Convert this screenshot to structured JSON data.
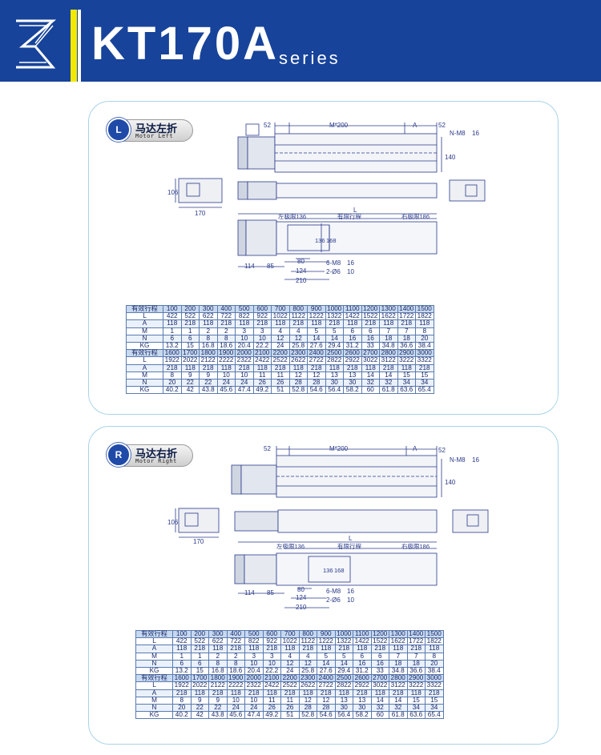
{
  "header": {
    "title": "KT170A",
    "subtitle": "series"
  },
  "colors": {
    "header_bg": "#17439a",
    "accent_yellow": "#f2e800",
    "panel_border": "#a8d3e8",
    "badge_blue": "#1f4aa8"
  },
  "sections": [
    {
      "badge_letter": "L",
      "label_cn": "马达左折",
      "label_en": "Motor Left",
      "dims": {
        "d52": "52",
        "m200": "M*200",
        "a": "A",
        "d52r": "52",
        "nm8": "N-M8",
        "nm8_depth": "16",
        "d140": "140",
        "d106": "106",
        "d170": "170",
        "l": "L",
        "left_limit": "左极限136",
        "stroke": "有限行程",
        "right_limit": "右极限186",
        "d136": "136",
        "d168": "168",
        "d114": "114",
        "d85": "85",
        "d80": "80",
        "d124": "124",
        "d210": "210",
        "m8_6": "6-M8",
        "m8_6_depth": "16",
        "phi6": "2-Ø6",
        "phi6_depth": "10"
      }
    },
    {
      "badge_letter": "R",
      "label_cn": "马达右折",
      "label_en": "Motor Right",
      "dims": {
        "d52": "52",
        "m200": "M*200",
        "a": "A",
        "d52r": "52",
        "nm8": "N-M8",
        "nm8_depth": "16",
        "d140": "140",
        "d106": "106",
        "d170": "170",
        "l": "L",
        "left_limit": "左极限136",
        "stroke": "有限行程",
        "right_limit": "右极限186",
        "d136": "136",
        "d168": "168",
        "d114": "114",
        "d85": "85",
        "d80": "80",
        "d124": "124",
        "d210": "210",
        "m8_6": "6-M8",
        "m8_6_depth": "16",
        "phi6": "2-Ø6",
        "phi6_depth": "10"
      }
    }
  ],
  "spec_table": {
    "rows": [
      [
        "有效行程",
        "100",
        "200",
        "300",
        "400",
        "500",
        "600",
        "700",
        "800",
        "900",
        "1000",
        "1100",
        "1200",
        "1300",
        "1400",
        "1500"
      ],
      [
        "L",
        "422",
        "522",
        "622",
        "722",
        "822",
        "922",
        "1022",
        "1122",
        "1222",
        "1322",
        "1422",
        "1522",
        "1622",
        "1722",
        "1822"
      ],
      [
        "A",
        "118",
        "218",
        "118",
        "218",
        "118",
        "218",
        "118",
        "218",
        "118",
        "218",
        "118",
        "218",
        "118",
        "218",
        "118"
      ],
      [
        "M",
        "1",
        "1",
        "2",
        "2",
        "3",
        "3",
        "4",
        "4",
        "5",
        "5",
        "6",
        "6",
        "7",
        "7",
        "8"
      ],
      [
        "N",
        "6",
        "6",
        "8",
        "8",
        "10",
        "10",
        "12",
        "12",
        "14",
        "14",
        "16",
        "16",
        "18",
        "18",
        "20"
      ],
      [
        "KG",
        "13.2",
        "15",
        "16.8",
        "18.6",
        "20.4",
        "22.2",
        "24",
        "25.8",
        "27.6",
        "29.4",
        "31.2",
        "33",
        "34.8",
        "36.6",
        "38.4"
      ],
      [
        "有效行程",
        "1600",
        "1700",
        "1800",
        "1900",
        "2000",
        "2100",
        "2200",
        "2300",
        "2400",
        "2500",
        "2600",
        "2700",
        "2800",
        "2900",
        "3000"
      ],
      [
        "L",
        "1922",
        "2022",
        "2122",
        "2222",
        "2322",
        "2422",
        "2522",
        "2622",
        "2722",
        "2822",
        "2922",
        "3022",
        "3122",
        "3222",
        "3322"
      ],
      [
        "A",
        "218",
        "118",
        "218",
        "118",
        "218",
        "118",
        "218",
        "118",
        "218",
        "118",
        "218",
        "118",
        "218",
        "118",
        "218"
      ],
      [
        "M",
        "8",
        "9",
        "9",
        "10",
        "10",
        "11",
        "11",
        "12",
        "12",
        "13",
        "13",
        "14",
        "14",
        "15",
        "15"
      ],
      [
        "N",
        "20",
        "22",
        "22",
        "24",
        "24",
        "26",
        "26",
        "28",
        "28",
        "30",
        "30",
        "32",
        "32",
        "34",
        "34"
      ],
      [
        "KG",
        "40.2",
        "42",
        "43.8",
        "45.6",
        "47.4",
        "49.2",
        "51",
        "52.8",
        "54.6",
        "56.4",
        "58.2",
        "60",
        "61.8",
        "63.6",
        "65.4"
      ]
    ]
  }
}
